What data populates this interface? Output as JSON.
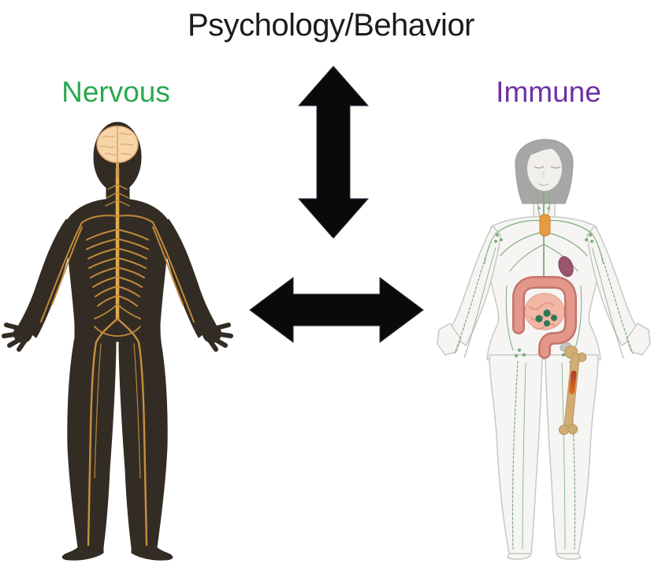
{
  "page": {
    "background_color": "#ffffff",
    "title": {
      "text": "Psychology/Behavior",
      "color": "#1c1c1c"
    },
    "systems": {
      "nervous": {
        "label": "Nervous",
        "label_color": "#2BA84F",
        "icon": "nervous-system-body-icon",
        "figure_colors": {
          "silhouette": "#332c24",
          "brain": "#f6d5a8",
          "nerves": "#c68f41"
        }
      },
      "immune": {
        "label": "Immune",
        "label_color": "#7030A0",
        "icon": "immune-system-body-icon",
        "figure_colors": {
          "body": "#f6f5f3",
          "hair": "#a7a7a5",
          "lymph": "#7cab7c",
          "intestine": "#e2978a",
          "microbe_dots": "#2c7a55",
          "thymus": "#e79b40",
          "spleen": "#99556b",
          "bone": "#d0ad75",
          "marrow": "#c2452a"
        }
      }
    },
    "arrows": {
      "vertical": {
        "icon": "double-headed-arrow-vertical-icon",
        "direction": "bidirectional-vertical",
        "color": "#0a0a0a"
      },
      "horizontal": {
        "icon": "double-headed-arrow-horizontal-icon",
        "direction": "bidirectional-horizontal",
        "color": "#0a0a0a"
      }
    }
  }
}
